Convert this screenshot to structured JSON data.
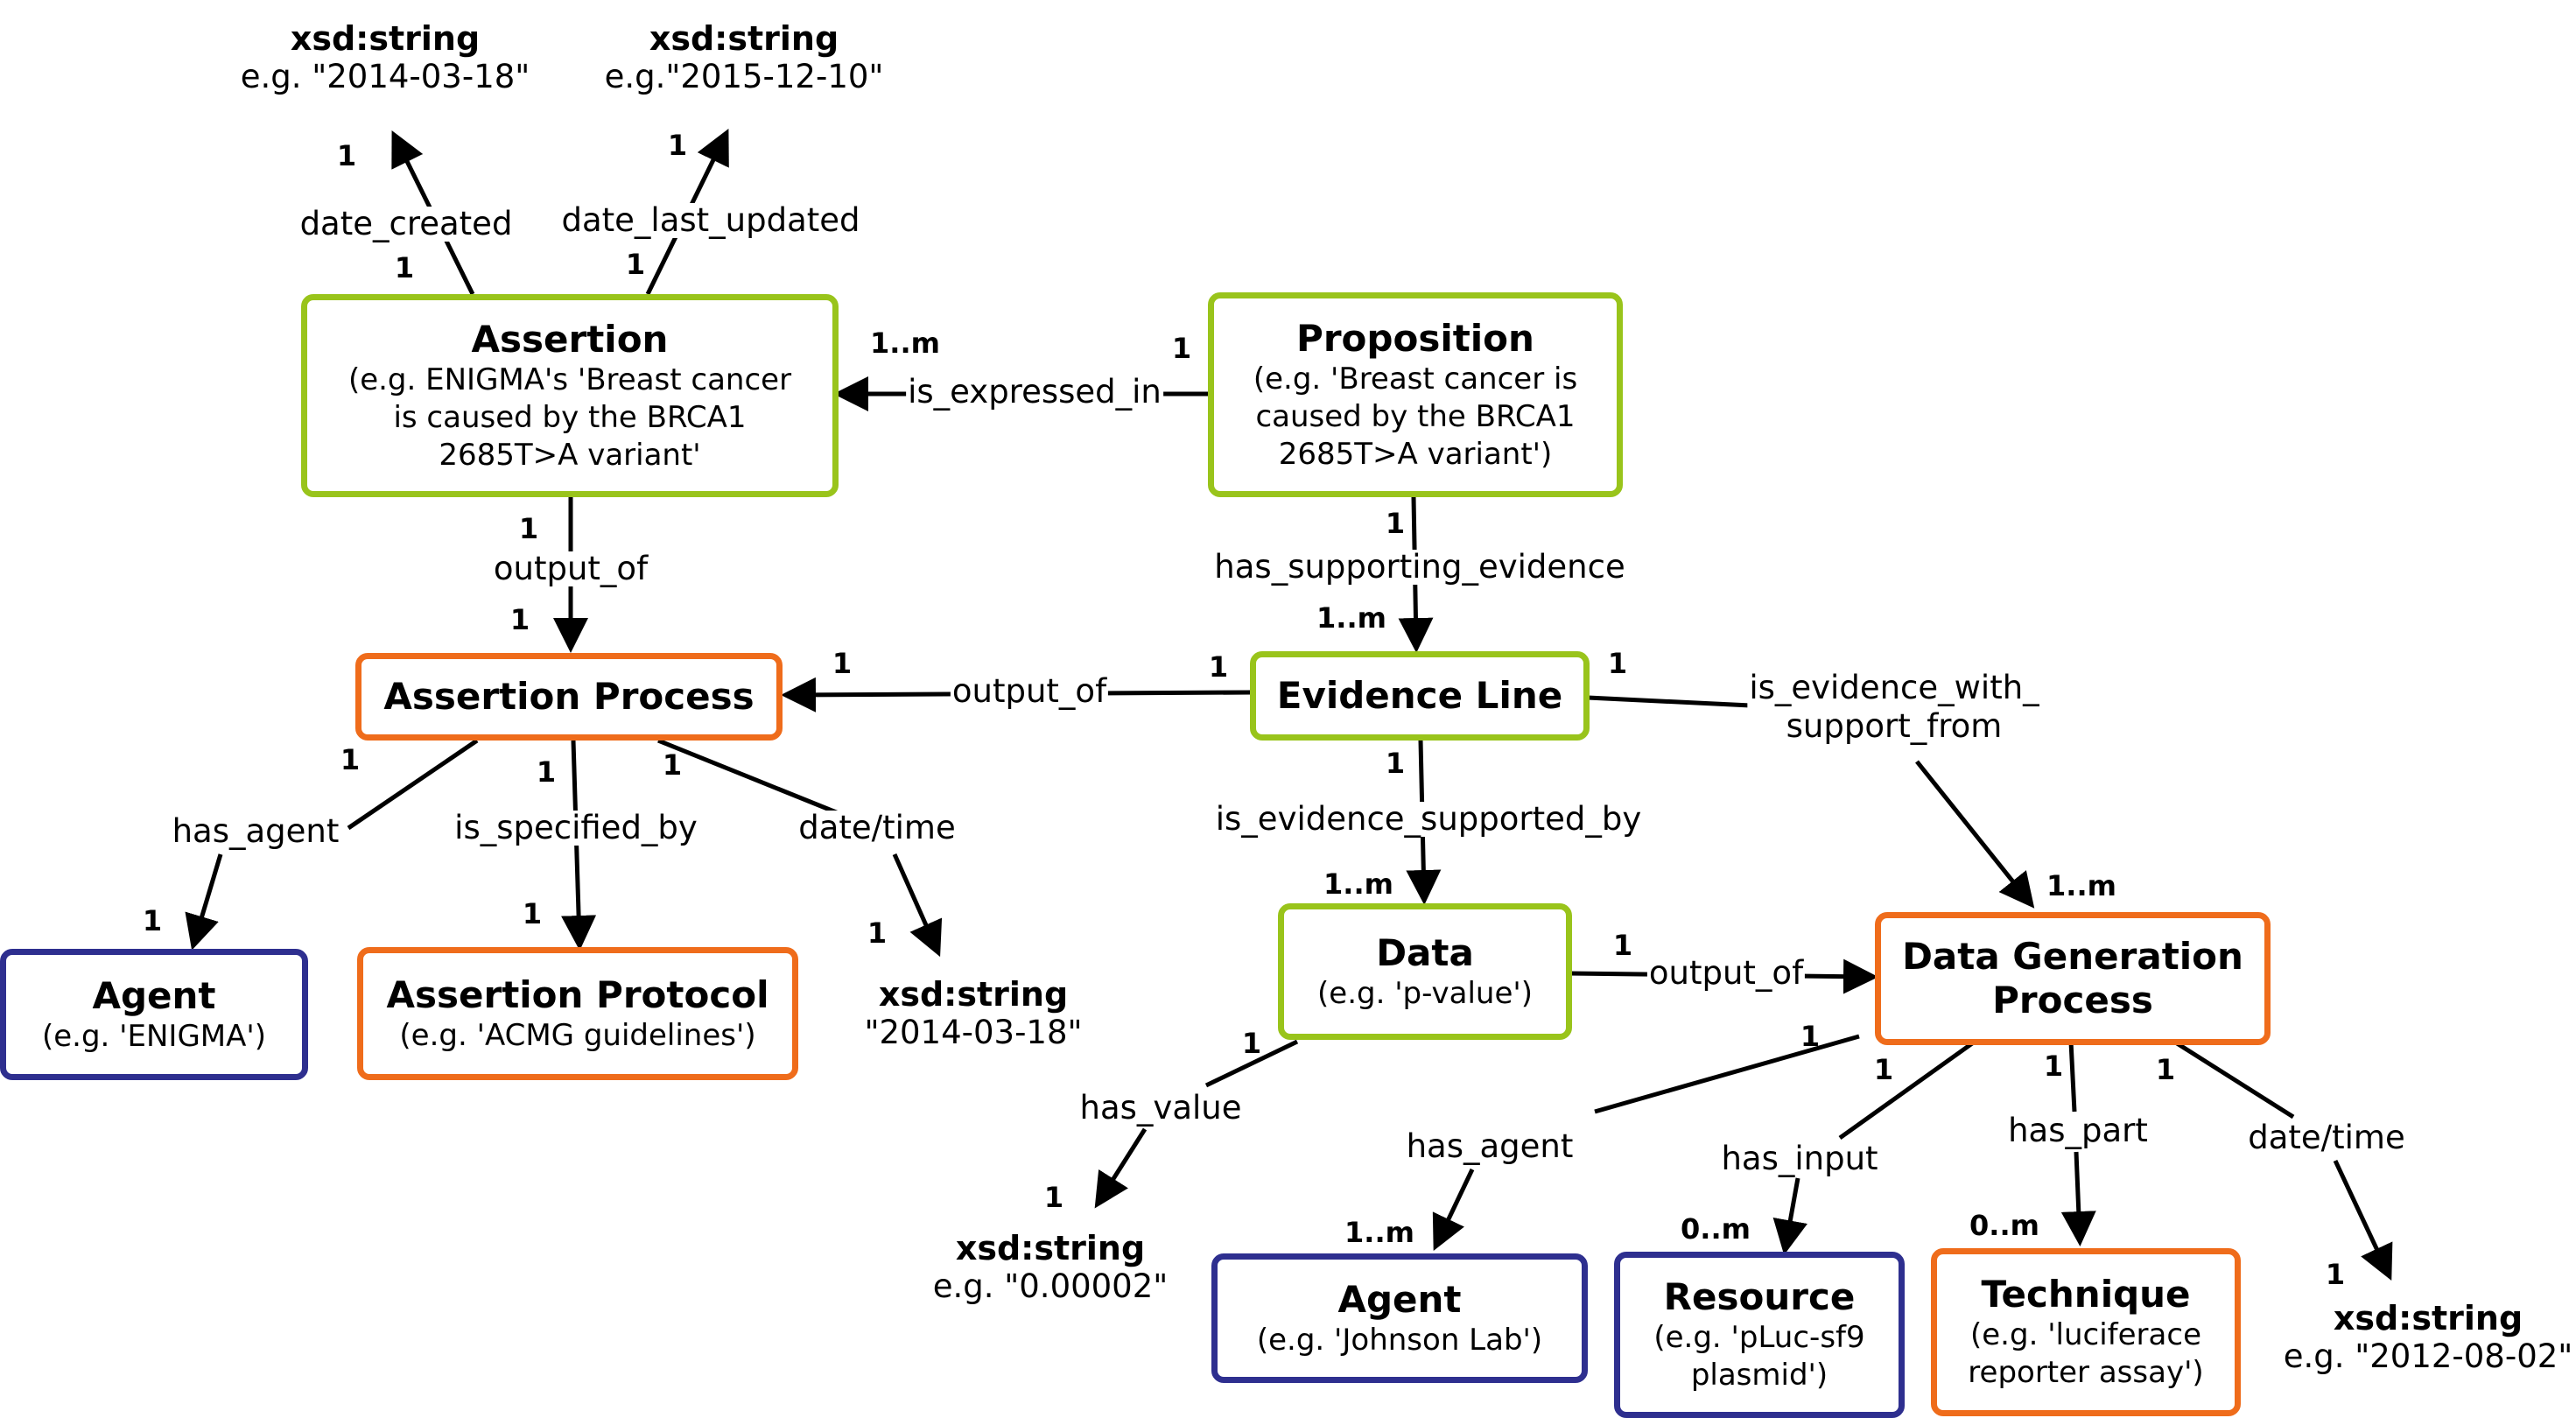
{
  "nodes": {
    "assertion": {
      "title": "Assertion",
      "example": "(e.g. ENIGMA's 'Breast cancer\nis caused by the BRCA1\n2685T>A variant'"
    },
    "proposition": {
      "title": "Proposition",
      "example": "(e.g.  'Breast cancer is\ncaused by the BRCA1\n2685T>A variant')"
    },
    "assertion_process": {
      "title": "Assertion Process"
    },
    "evidence_line": {
      "title": "Evidence Line"
    },
    "agent_enigma": {
      "title": "Agent",
      "example": "(e.g. 'ENIGMA')"
    },
    "assertion_protocol": {
      "title": "Assertion Protocol",
      "example": "(e.g. 'ACMG guidelines')"
    },
    "data": {
      "title": "Data",
      "example": "(e.g. 'p-value')"
    },
    "data_generation_process": {
      "title": "Data Generation\nProcess"
    },
    "agent_lab": {
      "title": "Agent",
      "example": "(e.g. 'Johnson Lab')"
    },
    "resource": {
      "title": "Resource",
      "example": "(e.g. 'pLuc-sf9\nplasmid')"
    },
    "technique": {
      "title": "Technique",
      "example": "(e.g. 'luciferace\nreporter assay')"
    }
  },
  "literals": {
    "date_created": {
      "type": "xsd:string",
      "value": "e.g. \"2014-03-18\""
    },
    "date_last_updated": {
      "type": "xsd:string",
      "value": "e.g.\"2015-12-10\""
    },
    "assertion_datetime": {
      "type": "xsd:string",
      "value": "\"2014-03-18\""
    },
    "data_value": {
      "type": "xsd:string",
      "value": "e.g. \"0.00002\""
    },
    "dgp_datetime": {
      "type": "xsd:string",
      "value": "e.g. \"2012-08-02\""
    }
  },
  "edge_labels": {
    "date_created": "date_created",
    "date_last_updated": "date_last_updated",
    "is_expressed_in": "is_expressed_in",
    "assertion_output_of": "output_of",
    "has_supporting_evidence": "has_supporting_evidence",
    "evidence_output_of": "output_of",
    "is_evidence_with_support_from": "is_evidence_with_\nsupport_from",
    "ap_has_agent": "has_agent",
    "ap_is_specified_by": "is_specified_by",
    "ap_datetime": "date/time",
    "is_evidence_supported_by": "is_evidence_supported_by",
    "data_output_of": "output_of",
    "has_value": "has_value",
    "dgp_has_agent": "has_agent",
    "has_input": "has_input",
    "has_part": "has_part",
    "dgp_datetime": "date/time"
  },
  "cardinalities": {
    "c1": "1",
    "c2": "1",
    "c3": "1",
    "c4": "1",
    "c5": "1..m",
    "c6": "1",
    "c7": "1",
    "c8": "1",
    "c9": "1",
    "c10": "1..m",
    "c11": "1",
    "c12": "1",
    "c13": "1",
    "c14": "1",
    "c15": "1",
    "c16": "1",
    "c17": "1",
    "c18": "1",
    "c19": "1",
    "c20": "1",
    "c21": "1..m",
    "c22": "1",
    "c23": "1",
    "c24": "1",
    "c25": "1",
    "c26": "1",
    "c27": "1",
    "c28": "1",
    "c29": "1",
    "c30": "1..m",
    "c31": "0..m",
    "c32": "0..m",
    "c33": "1",
    "c34": "1..m"
  },
  "colors": {
    "green_border": "#99c41b",
    "orange_border": "#ef6c1b",
    "blue_border": "#2e2f8f",
    "edge": "#000000"
  }
}
